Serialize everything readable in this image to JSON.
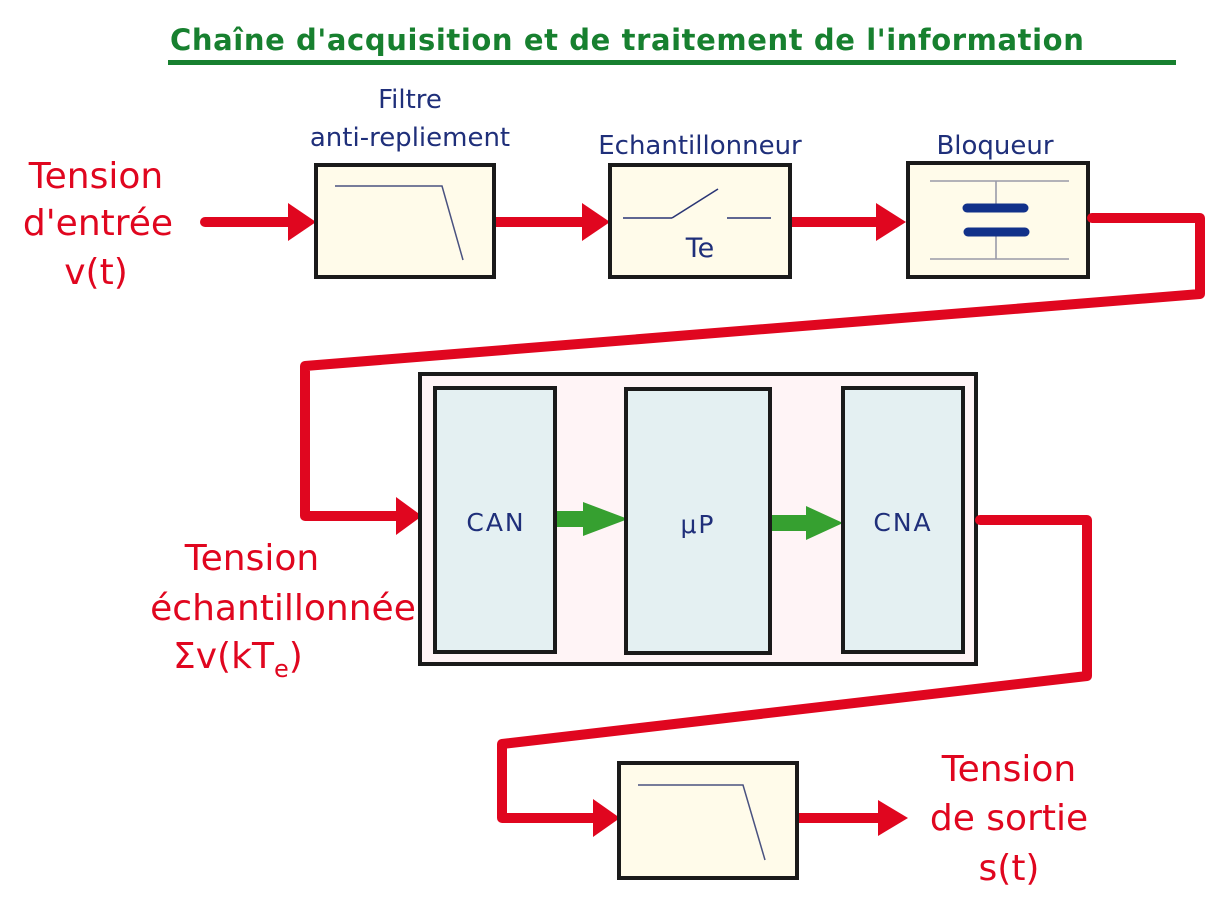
{
  "title": "Chaîne d'acquisition et de traitement de l'information",
  "colors": {
    "title": "#17802f",
    "signal": "#e0061f",
    "block_label": "#1f2f7a",
    "block_fill": "#fffbea",
    "inner_block_fill": "#e4f0f2",
    "group_fill": "#fff4f6",
    "digital_arrow": "#36a030"
  },
  "blocks": {
    "filter_in": {
      "label_line1": "Filtre",
      "label_line2": "anti-repliement",
      "icon": "lowpass-filter-icon"
    },
    "sampler": {
      "label": "Echantillonneur",
      "inner_text": "Te",
      "icon": "switch-icon"
    },
    "holder": {
      "label": "Bloqueur",
      "icon": "capacitor-icon"
    },
    "can": {
      "label": "CAN"
    },
    "up": {
      "label": "μP"
    },
    "cna": {
      "label": "CNA"
    },
    "filter_out": {
      "icon": "lowpass-filter-icon"
    }
  },
  "signals": {
    "input": {
      "line1": "Tension",
      "line2": "d'entrée",
      "line3": "v(t)"
    },
    "sampled": {
      "line1": "Tension",
      "line2": "échantillonnée",
      "line3_main": "Σv(kT",
      "line3_sub": "e",
      "line3_end": ")"
    },
    "output": {
      "line1": "Tension",
      "line2": "de sortie",
      "line3": "s(t)"
    }
  }
}
